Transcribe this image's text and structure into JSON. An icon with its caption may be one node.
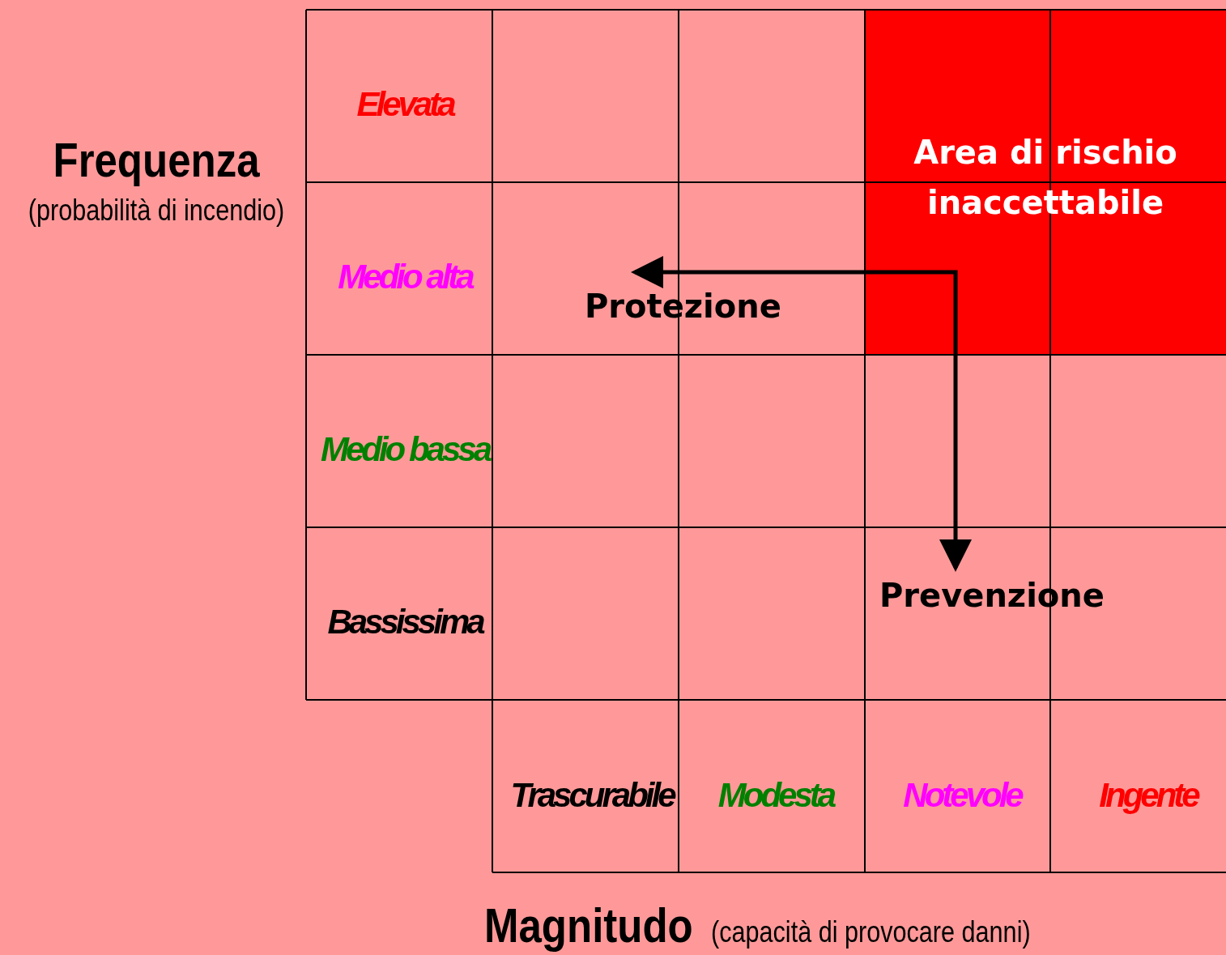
{
  "diagram": {
    "nodes": [
      {
        "text": [
          "Area di rischio inaccettabile"
        ]
      },
      {
        "text": [
          "Protezione"
        ]
      },
      {
        "text": [
          "Prevenzione"
        ]
      }
    ],
    "edges": [
      {
        "from": 0,
        "to": 1,
        "arrow": "to"
      },
      {
        "from": 0,
        "to": 2,
        "arrow": "to"
      }
    ],
    "labels": [
      "Frequenza",
      "(probabilità di incendio)",
      "Elevata",
      "Medio alta",
      "Medio bassa",
      "Bassissima",
      "Trascurabile",
      "Modesta",
      "Notevole",
      "Ingente",
      "Magnitudo",
      "(capacità di provocare danni)"
    ]
  }
}
